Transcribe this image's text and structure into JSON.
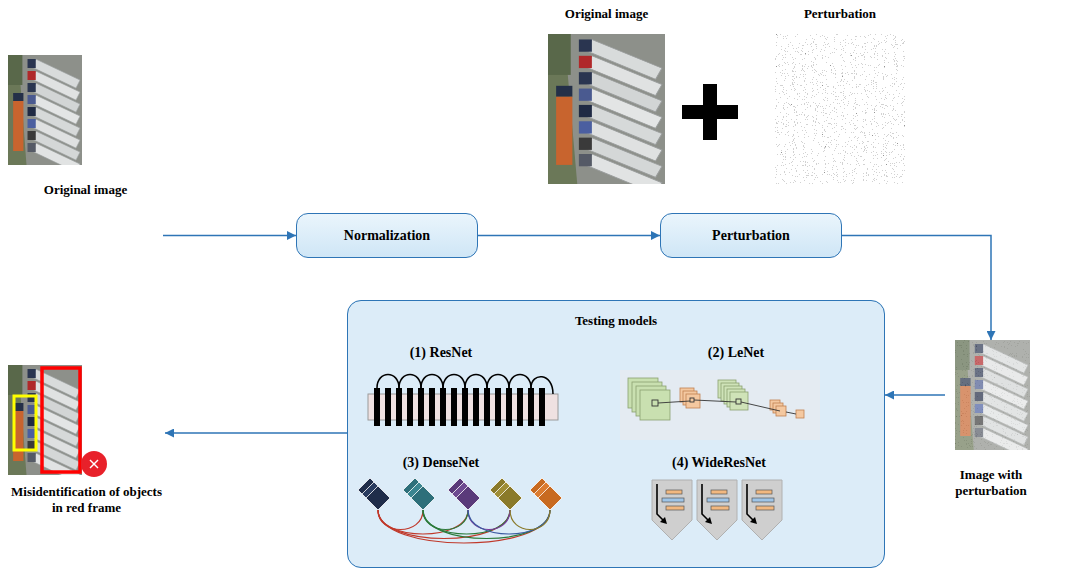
{
  "diagram": {
    "nodes": [
      {
        "text": [
          "Original image"
        ]
      },
      {
        "text": [
          "Perturbation"
        ]
      },
      {
        "text": [
          "Original image"
        ]
      },
      {
        "text": [
          "Normalization"
        ]
      },
      {
        "text": [
          "Perturbation"
        ]
      },
      {
        "text": [
          "Testing models"
        ]
      },
      {
        "text": [
          "(1) ResNet"
        ],
        "in": 5
      },
      {
        "text": [
          "(2) LeNet"
        ],
        "in": 5
      },
      {
        "text": [
          "(3) DenseNet"
        ],
        "in": 5
      },
      {
        "text": [
          "(4) WideResNet"
        ],
        "in": 5
      },
      {
        "text": [
          "Image with perturbation"
        ]
      },
      {
        "text": [
          "Misidentification of objects in red frame"
        ]
      }
    ],
    "edges": [
      {
        "from": 2,
        "to": 3,
        "arrow": "to"
      },
      {
        "from": 3,
        "to": 4,
        "arrow": "to"
      },
      {
        "from": 4,
        "to": 10,
        "arrow": "to"
      },
      {
        "from": 10,
        "to": 5,
        "arrow": "to"
      },
      {
        "from": 5,
        "to": 11,
        "arrow": "to"
      }
    ]
  }
}
